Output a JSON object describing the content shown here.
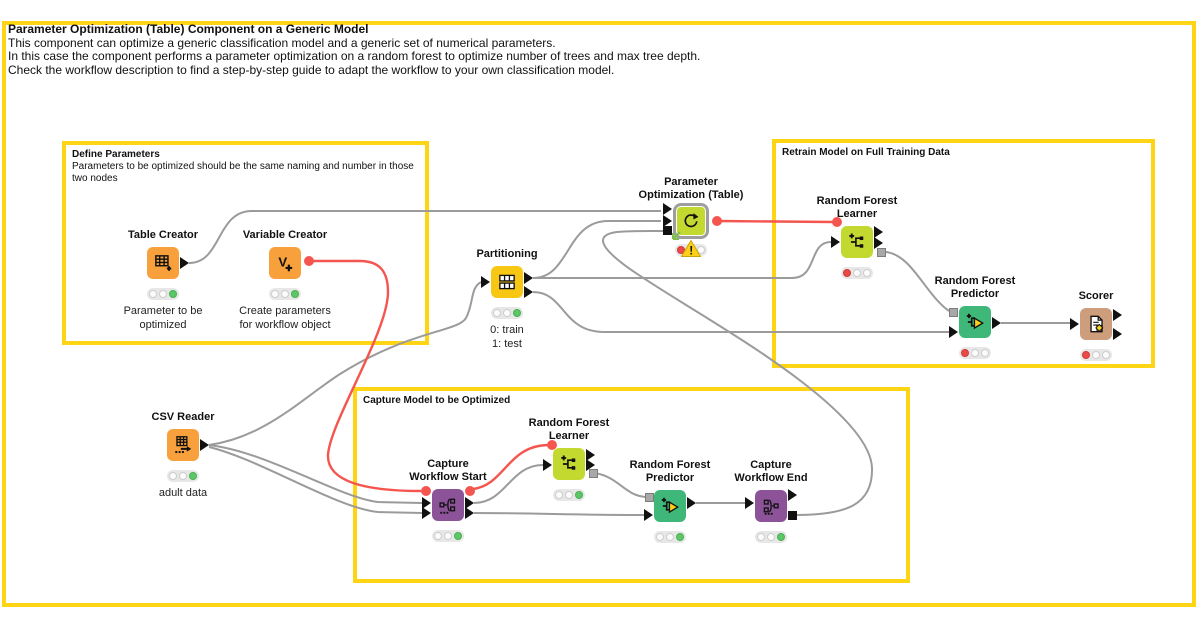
{
  "header": {
    "title": "Parameter Optimization (Table) Component on a Generic Model",
    "lines": [
      "This component can optimize a generic classification model and a generic set of numerical parameters.",
      "In this case the component performs a parameter optimization on a random forest to optimize number of trees and max tree depth.",
      "Check the workflow description to find a step-by-step guide to adapt the workflow to your own classification model."
    ]
  },
  "annotations": {
    "define": {
      "title": "Define Parameters",
      "body": "Parameters to be optimized should be the same naming and number in those two nodes"
    },
    "retrain": {
      "title": "Retrain Model on Full Training Data"
    },
    "capture": {
      "title": "Capture Model to be Optimized"
    }
  },
  "nodes": {
    "table_creator": {
      "label": "Table Creator",
      "caption": "Parameter to be\noptimized",
      "status": "green"
    },
    "variable_creator": {
      "label": "Variable Creator",
      "caption": "Create parameters\nfor workflow object",
      "status": "green"
    },
    "csv_reader": {
      "label": "CSV Reader",
      "caption": "adult data",
      "status": "green"
    },
    "partitioning": {
      "label": "Partitioning",
      "caption": "0: train\n1: test",
      "status": "green"
    },
    "param_opt": {
      "label": "Parameter\nOptimization (Table)",
      "status": "red",
      "warning": "!"
    },
    "rf_learner_retrain": {
      "label": "Random Forest\nLearner",
      "status": "red"
    },
    "rf_predictor_retrain": {
      "label": "Random Forest\nPredictor",
      "status": "red"
    },
    "scorer": {
      "label": "Scorer",
      "status": "red"
    },
    "capture_start": {
      "label": "Capture\nWorkflow Start",
      "status": "green"
    },
    "rf_learner_capture": {
      "label": "Random Forest\nLearner",
      "status": "green"
    },
    "rf_predictor_capture": {
      "label": "Random Forest\nPredictor",
      "status": "green"
    },
    "capture_end": {
      "label": "Capture\nWorkflow End",
      "status": "green"
    }
  },
  "icons": {
    "variable_letter": "V"
  },
  "connections": [
    {
      "from": "table_creator",
      "to": "param_opt:in1",
      "type": "data"
    },
    {
      "from": "variable_creator",
      "to": "capture_start:flowvar",
      "type": "flow-variable"
    },
    {
      "from": "csv_reader",
      "to": "partitioning",
      "type": "data"
    },
    {
      "from": "csv_reader",
      "to": "capture_start:in1",
      "type": "data"
    },
    {
      "from": "csv_reader",
      "to": "capture_start:in2",
      "type": "data"
    },
    {
      "from": "partitioning:train",
      "to": "param_opt:in2",
      "type": "data"
    },
    {
      "from": "partitioning:train",
      "to": "rf_learner_retrain",
      "type": "data"
    },
    {
      "from": "partitioning:test",
      "to": "rf_predictor_retrain",
      "type": "data"
    },
    {
      "from": "capture_start:out1",
      "to": "rf_learner_capture",
      "type": "data"
    },
    {
      "from": "capture_start:out2",
      "to": "rf_predictor_capture",
      "type": "data"
    },
    {
      "from": "capture_start:flowvar",
      "to": "rf_learner_capture:flowvar",
      "type": "flow-variable"
    },
    {
      "from": "rf_learner_capture:model",
      "to": "rf_predictor_capture:model",
      "type": "model"
    },
    {
      "from": "rf_predictor_capture",
      "to": "capture_end",
      "type": "data"
    },
    {
      "from": "capture_end:workflow",
      "to": "param_opt:in3",
      "type": "workflow"
    },
    {
      "from": "param_opt:flowvar",
      "to": "rf_learner_retrain:flowvar",
      "type": "flow-variable"
    },
    {
      "from": "rf_learner_retrain:model",
      "to": "rf_predictor_retrain:model",
      "type": "model"
    },
    {
      "from": "rf_predictor_retrain",
      "to": "scorer",
      "type": "data"
    }
  ],
  "colors": {
    "annotation_border": "#fdd514",
    "node_orange": "#f8a13c",
    "node_yellow": "#f8c713",
    "node_lime": "#c4d92f",
    "node_green": "#3eb778",
    "node_tan": "#ce9d7b",
    "node_purple": "#8c5399",
    "wire_gray": "#9b9b9b",
    "wire_red": "#f4564f",
    "status_green": "#5cc767",
    "status_red": "#e94a47"
  }
}
